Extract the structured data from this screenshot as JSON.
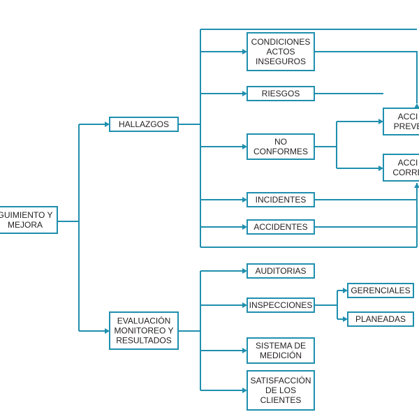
{
  "colors": {
    "line": "#1f8fae",
    "text": "#231f20",
    "background": "#ffffff"
  },
  "nodes": {
    "root": "GUIMIENTO Y\nMEJORA",
    "hallazgos": "HALLAZGOS",
    "evaluacion": "EVALUACIÓN\nMONITOREO Y\nRESULTADOS",
    "condiciones": "CONDICIONES\nACTOS\nINSEGUROS",
    "riesgos": "RIESGOS",
    "no_conformes": "NO\nCONFORMES",
    "incidentes": "INCIDENTES",
    "accidentes": "ACCIDENTES",
    "acc_prev": "ACCI\nPREVE",
    "acc_corr": "ACCI\nCORRE",
    "auditorias": "AUDITORIAS",
    "inspecciones": "INSPECCIONES",
    "gerenciales": "GERENCIALES",
    "planeadas": "PLANEADAS",
    "sistema": "SISTEMA DE\nMEDICIÓN",
    "satisfaccion": "SATISFACCIÓN\nDE LOS\nCLIENTES"
  }
}
